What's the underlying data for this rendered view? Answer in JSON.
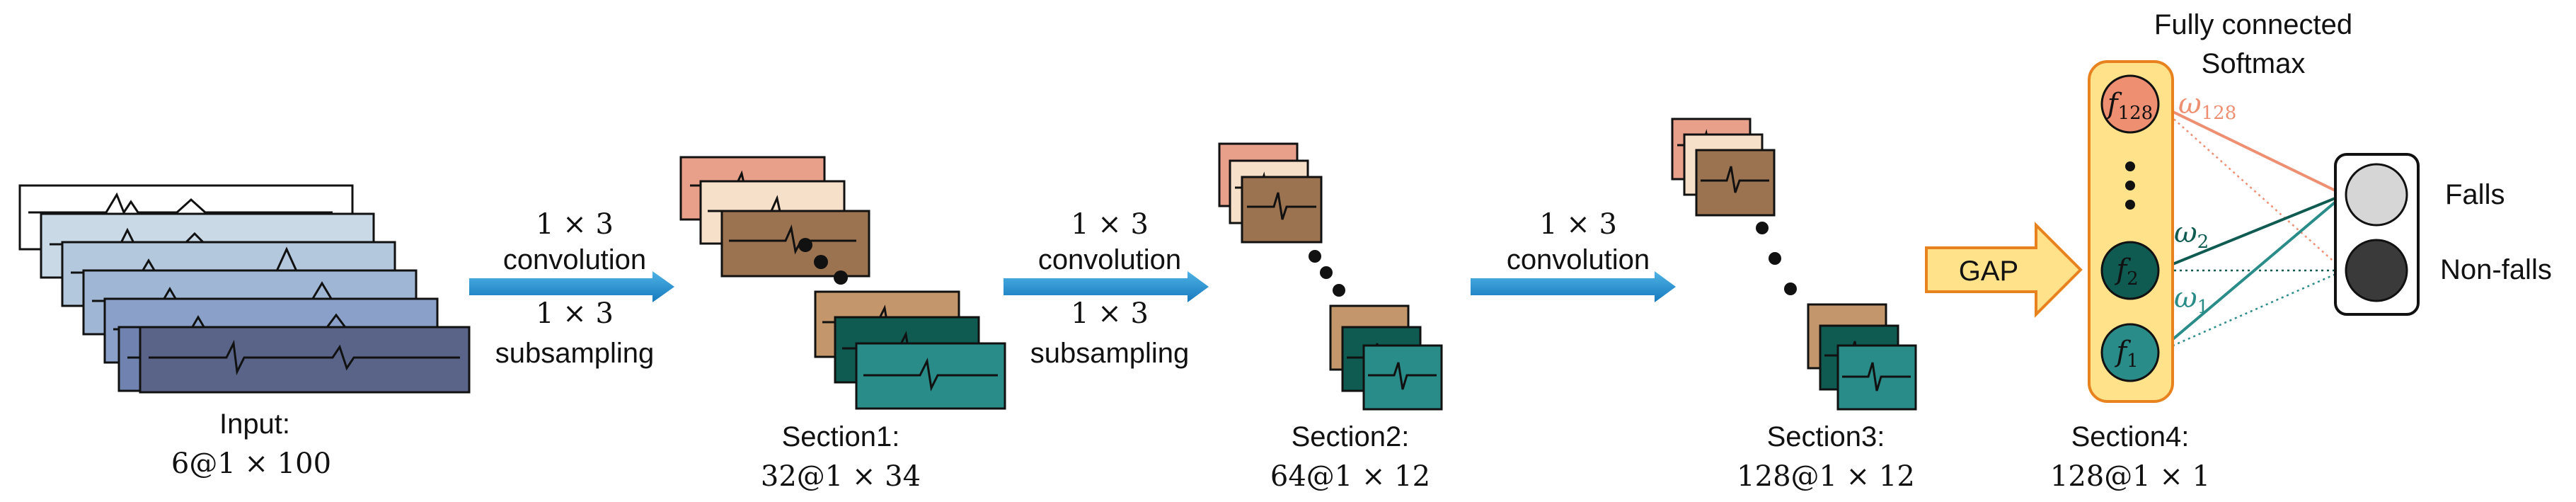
{
  "input": {
    "title": "Input:",
    "dims": "6@1 × 100"
  },
  "arrow1": {
    "conv": [
      "1 × 3",
      "convolution"
    ],
    "subs": [
      "1 × 3",
      "subsampling"
    ]
  },
  "section1": {
    "title": "Section1:",
    "dims": "32@1 × 34"
  },
  "arrow2": {
    "conv": [
      "1 × 3",
      "convolution"
    ],
    "subs": [
      "1 × 3",
      "subsampling"
    ]
  },
  "section2": {
    "title": "Section2:",
    "dims": "64@1 × 12"
  },
  "arrow3": {
    "conv": [
      "1 × 3",
      "convolution"
    ]
  },
  "section3": {
    "title": "Section3:",
    "dims": "128@1 × 12"
  },
  "gap": {
    "label": "GAP"
  },
  "section4": {
    "title": "Section4:",
    "dims": "128@1 × 1"
  },
  "fc": {
    "title": [
      "Fully connected",
      "Softmax"
    ]
  },
  "neurons": [
    {
      "base": "f",
      "sub": "128"
    },
    {
      "base": "f",
      "sub": "2"
    },
    {
      "base": "f",
      "sub": "1"
    }
  ],
  "weights": [
    {
      "base": "ω",
      "sub": "128"
    },
    {
      "base": "ω",
      "sub": "2"
    },
    {
      "base": "ω",
      "sub": "1"
    }
  ],
  "outputs": [
    "Falls",
    "Non-falls"
  ],
  "colors": {
    "input_stack": [
      "#ffffff",
      "#c9d9e6",
      "#b3c8dd",
      "#9fb6d4",
      "#8aa0c8",
      "#6f82b0",
      "#5a6488"
    ],
    "peach": [
      "#e8a08b",
      "#f7e0c9",
      "#9c7350",
      "#c4966c"
    ],
    "teal": [
      "#c4966c",
      "#0f5b52",
      "#2a8c88"
    ],
    "arrow": "#1d97d6",
    "gap_fill": "#ffe28a",
    "gap_stroke": "#e7821f",
    "fc_fill": "#ffe28a",
    "w128": "#ef8f72",
    "w2": "#0f5b52",
    "w1": "#2a8c88"
  }
}
